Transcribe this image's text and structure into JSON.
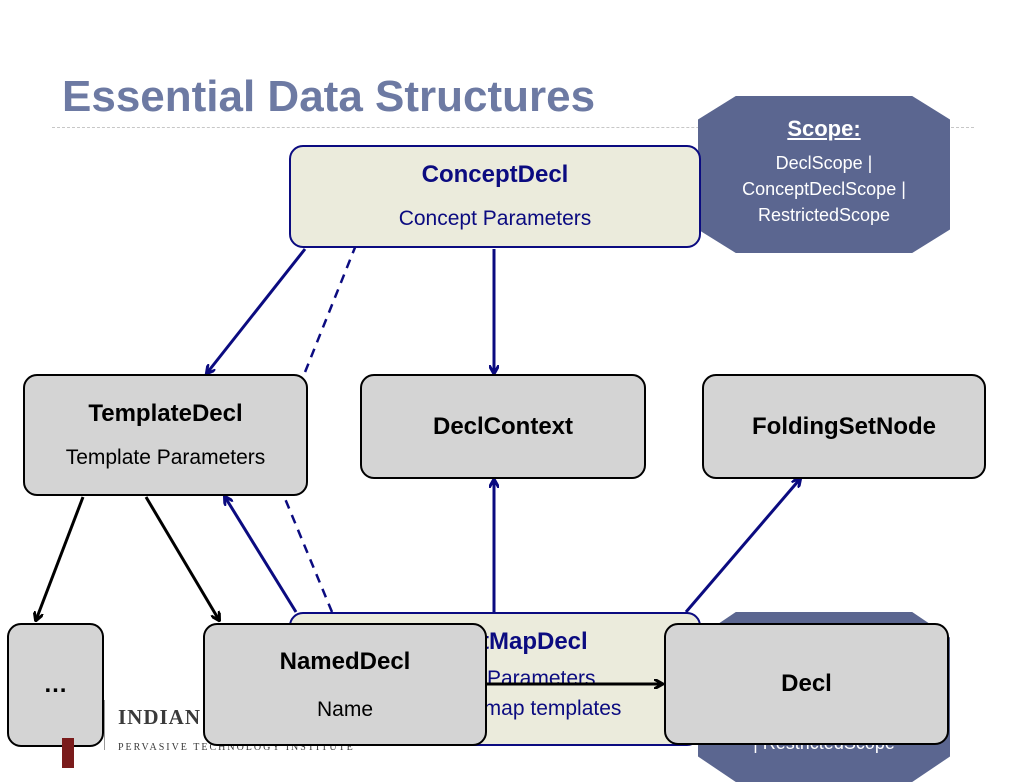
{
  "slide": {
    "title": "Essential Data Structures"
  },
  "scope_box": {
    "heading": "Scope:",
    "body": "DeclScope | ConceptDeclScope | RestrictedScope"
  },
  "scope_box_lower": {
    "body_fragment": "| RestrictedScope"
  },
  "nodes": {
    "concept_decl": {
      "name": "ConceptDecl",
      "sub": "Concept Parameters"
    },
    "template_decl": {
      "name": "TemplateDecl",
      "sub": "Template Parameters"
    },
    "decl_context": {
      "name": "DeclContext"
    },
    "folding_set_node": {
      "name": "FoldingSetNode"
    },
    "concept_map_decl": {
      "name_fragment": "tMapDecl",
      "sub1_fragment": "Parameters",
      "sub2_fragment": "t map templates"
    },
    "ellipsis": {
      "name": "…"
    },
    "named_decl": {
      "name": "NamedDecl",
      "sub": "Name"
    },
    "decl": {
      "name": "Decl"
    }
  },
  "footer": {
    "logo_text": "INDIAN",
    "institute": "PERVASIVE TECHNOLOGY INSTITUTE"
  },
  "colors": {
    "title": "#6d7aa3",
    "blue_line": "#0b0b80",
    "octagon": "#5b6690",
    "box_fill": "#d4d4d4",
    "blue_box_fill": "#ebebdc"
  }
}
